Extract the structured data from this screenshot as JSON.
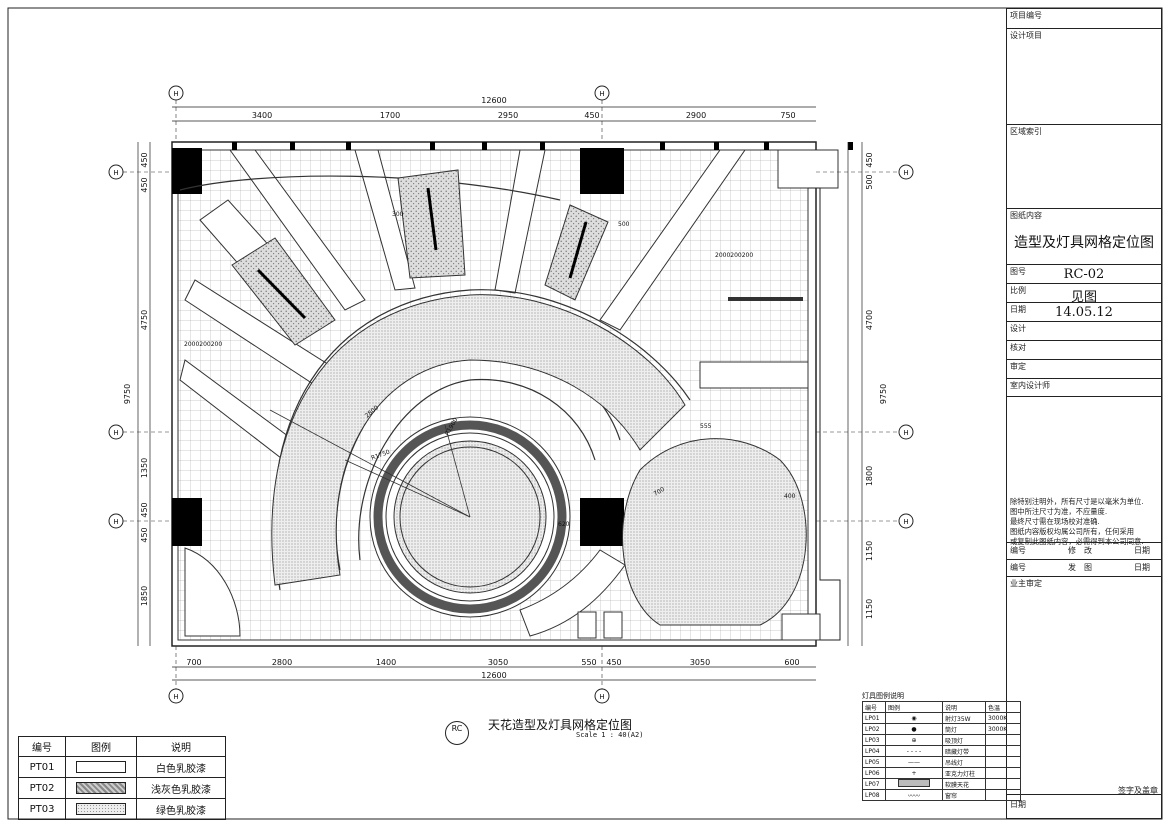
{
  "title_block": {
    "project_no_label": "项目编号",
    "project_label": "设计项目",
    "area_index_label": "区域索引",
    "content_label": "图纸内容",
    "content_value": "造型及灯具网格定位图",
    "drawing_no_label": "图号",
    "drawing_no_value": "RC-02",
    "scale_label": "比例",
    "scale_value": "见图",
    "date_label": "日期",
    "date_value": "14.05.12",
    "design_label": "设计",
    "check_label": "核对",
    "review_label": "审定",
    "designer_label": "室内设计师",
    "notes": [
      "除特别注明外，所有尺寸是以毫米为单位.",
      "图中所注尺寸为准，不应量度.",
      "最终尺寸需在现场校对准确.",
      "图纸内容版权均属公司所有，任何采用",
      "或复制此图纸内容，必需得到本公司同意."
    ],
    "rev1": {
      "no": "编号",
      "action": "修　改",
      "date": "日期"
    },
    "rev2": {
      "no": "编号",
      "action": "发　图",
      "date": "日期"
    },
    "owner_label": "业主审定",
    "sign_label": "签字及盖章",
    "date_bottom_label": "日期"
  },
  "drawing": {
    "rc_tag": "RC",
    "title": "天花造型及灯具网格定位图",
    "scale": "Scale 1 : 40(A2)",
    "axis_top_left": "H",
    "axis_top_right": "H",
    "axis_left": [
      "H",
      "H",
      "H"
    ],
    "top_total": "12600",
    "top_dims": [
      "3400",
      "1700",
      "2950",
      "450",
      "2900",
      "750"
    ],
    "bottom_total": "12600",
    "bottom_dims": [
      "700",
      "2800",
      "1400",
      "3050",
      "550",
      "450",
      "3050",
      "600"
    ],
    "left_total": "9750",
    "left_dims": [
      "450",
      "450",
      "4750",
      "1350",
      "450",
      "450",
      "1850"
    ],
    "right_total": "9750",
    "right_dims": [
      "450",
      "500",
      "4700",
      "1800",
      "1150",
      "1150"
    ],
    "inner_labels": [
      "R1900",
      "R1750",
      "2800",
      "300",
      "700",
      "555",
      "400",
      "620",
      "500",
      "2000200200"
    ]
  },
  "material_legend": {
    "headers": [
      "编号",
      "图例",
      "说明"
    ],
    "rows": [
      {
        "code": "PT01",
        "desc": "白色乳胶漆"
      },
      {
        "code": "PT02",
        "desc": "浅灰色乳胶漆"
      },
      {
        "code": "PT03",
        "desc": "绿色乳胶漆"
      }
    ]
  },
  "lamp_legend": {
    "title": "灯具图例说明",
    "headers": [
      "编号",
      "图例",
      "说明",
      "色温"
    ],
    "rows": [
      {
        "code": "LP01",
        "desc": "射灯35W",
        "temp": "3000K"
      },
      {
        "code": "LP02",
        "desc": "筒灯",
        "temp": "3000K"
      },
      {
        "code": "LP03",
        "desc": "吸顶灯",
        "temp": ""
      },
      {
        "code": "LP04",
        "desc": "暗藏灯带",
        "temp": ""
      },
      {
        "code": "LP05",
        "desc": "吊线灯",
        "temp": ""
      },
      {
        "code": "LP06",
        "desc": "亚克力灯柱",
        "temp": ""
      },
      {
        "code": "LP07",
        "desc": "软膜天花",
        "temp": ""
      },
      {
        "code": "LP08",
        "desc": "窗帘",
        "temp": ""
      }
    ]
  }
}
